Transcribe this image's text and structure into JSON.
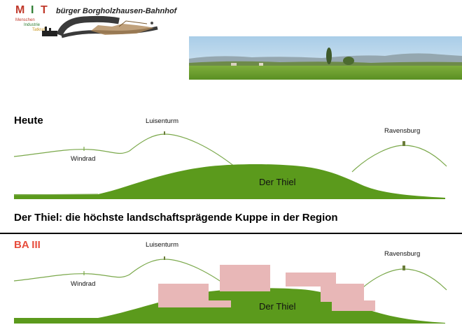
{
  "logo": {
    "title": "bürger Borgholzhausen-Bahnhof",
    "letters": [
      "M",
      "I",
      "T"
    ],
    "words": [
      "Menschen",
      "Industrie",
      "Tatkraft"
    ],
    "icon": "train-track-logo"
  },
  "photo": {
    "icon": "landscape-photo"
  },
  "top_diagram": {
    "heading": "Heute",
    "labels": {
      "luisenturm": "Luisenturm",
      "ravensburg": "Ravensburg",
      "windrad": "Windrad",
      "thiel": "Der Thiel"
    }
  },
  "caption": "Der Thiel: die höchste landschaftsprägende Kuppe in der Region",
  "bottom_diagram": {
    "heading": "BA III",
    "labels": {
      "luisenturm": "Luisenturm",
      "ravensburg": "Ravensburg",
      "windrad": "Windrad",
      "thiel": "Der Thiel"
    }
  },
  "colors": {
    "hill_green": "#5b9a1c",
    "line_green": "#7aa84a",
    "building_pink": "#e8b7b7",
    "accent_red": "#e74c3c",
    "logo_dark": "#3a3a3a"
  }
}
